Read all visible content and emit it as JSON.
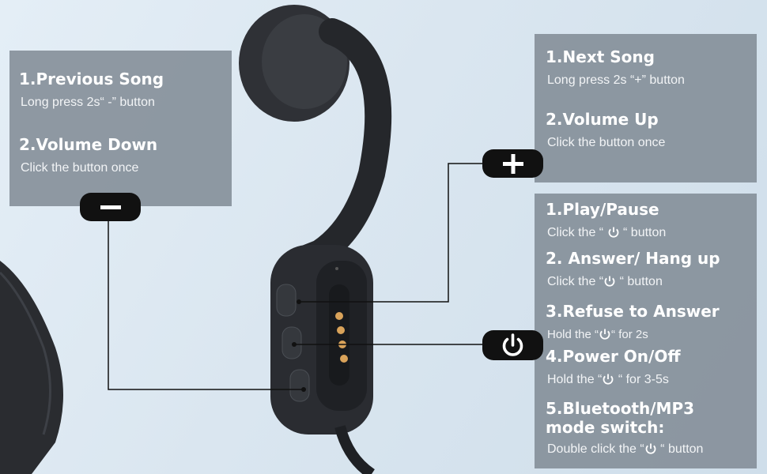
{
  "left_panel": {
    "item1_title": "1.Previous Song",
    "item1_desc": "Long press 2s“ -” button",
    "item2_title": "2.Volume Down",
    "item2_desc": "Click the button once"
  },
  "top_right_panel": {
    "item1_title": "1.Next Song",
    "item1_desc": "Long press 2s “+” button",
    "item2_title": "2.Volume Up",
    "item2_desc": "Click the button once"
  },
  "bottom_right_panel": {
    "item1_title": "1.Play/Pause",
    "item1_desc_pre": "Click the “",
    "item1_desc_post": "“ button",
    "item2_title": "2. Answer/ Hang up",
    "item2_desc_pre": "Click the “",
    "item2_desc_post": "“ button",
    "item3_title": "3.Refuse to Answer",
    "item3_desc_pre": "Hold the “",
    "item3_desc_post": "“ for 2s",
    "item4_title": "4.Power On/Off",
    "item4_desc_pre": "Hold the “",
    "item4_desc_post": "“ for 3-5s",
    "item5_title_line1": "5.Bluetooth/MP3",
    "item5_title_line2": "mode switch:",
    "item5_desc_pre": "Double click the “",
    "item5_desc_post": "“ button"
  },
  "icons": {
    "minus": "minus-icon",
    "plus": "plus-icon",
    "power": "power-icon"
  },
  "colors": {
    "panel": "#828c96",
    "pill": "#111111",
    "background": "#dbe7f1",
    "headset": "#2b2d31",
    "pins": "#d9a35a"
  }
}
